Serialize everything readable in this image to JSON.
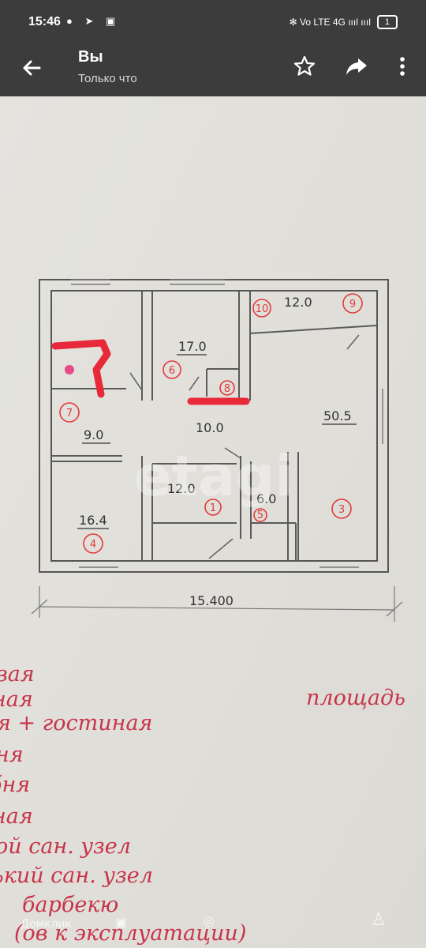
{
  "status_bar": {
    "time": "15:46",
    "left_icons": "● ➤ ▣",
    "right_icons": "✻ Vo LTE 4G ıııl ıııl",
    "battery": "1"
  },
  "app_bar": {
    "title": "Вы",
    "subtitle": "Только что",
    "icons": [
      "back-arrow-icon",
      "star-icon",
      "share-icon",
      "more-vert-icon"
    ]
  },
  "plan": {
    "areas": {
      "r17": "17.0",
      "r12top": "12.0",
      "r505": "50.5",
      "r90": "9.0",
      "r100": "10.0",
      "r120": "12.0",
      "r60": "6.0",
      "r164": "16.4"
    },
    "numbers": {
      "n10": "10",
      "n9": "9",
      "n6": "6",
      "n8": "8",
      "n7": "7",
      "n1": "1",
      "n5": "5",
      "n3": "3",
      "n4": "4"
    },
    "dimension": "15.400",
    "watermark": "etagi",
    "accent_color": "#e23a3a"
  },
  "notes": {
    "lines": [
      "вая",
      "ная",
      "я + гостиная",
      "ня",
      "бня",
      "ная",
      "ой сан. узел",
      "ький сан. узел",
      "барбекю",
      "(ов к эксплуатации)"
    ],
    "right_heading": "площадь"
  },
  "overlay": {
    "left": "Домклик",
    "middle": "▣",
    "right": "◎",
    "figure": "♙"
  }
}
